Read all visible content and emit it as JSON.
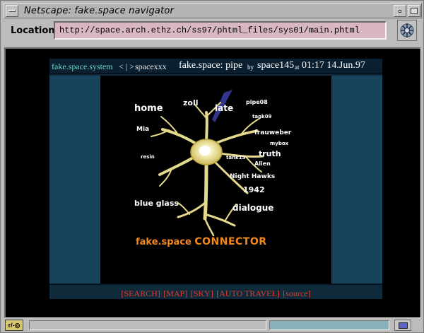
{
  "window": {
    "title": "Netscape: fake.space navigator"
  },
  "location": {
    "label": "Location:",
    "url": "http://space.arch.ethz.ch/ss97/phtml_files/sys01/main.phtml"
  },
  "header": {
    "system": "fake.space.system",
    "nav": "< | >",
    "user": "spacexxx",
    "title": "fake.space: pipe",
    "by": "by",
    "author": "space145",
    "at": "at",
    "time": "01:17 14.Jun.97"
  },
  "map": {
    "labels": [
      "zoll",
      "pipe08",
      "home",
      "late",
      "tank09",
      "Mia",
      "frauweber",
      "mybox",
      "truth",
      "resin",
      "tank13",
      "Alien",
      "Night Hawks",
      "1942",
      "blue glass",
      "dialogue"
    ],
    "connector_small": "fake.space",
    "connector_big": "CONNECTOR"
  },
  "footer": {
    "links": [
      "[SEARCH]",
      "[MAP]",
      "[SKY]",
      "[AUTO TRAVEL]",
      "[source]"
    ]
  },
  "status": {
    "icon_text": "r/-◎"
  },
  "colors": {
    "sidebar": "#17435c",
    "header_bg": "#0a2030",
    "system_text": "#6dd9c2",
    "link_red": "#e23a2a",
    "connector_orange": "#f08a20",
    "location_field": "#d8b7c1",
    "neuron": "#efe6a0"
  },
  "icons": {
    "menu": "window-menu-icon",
    "minimize": "minimize-icon",
    "maximize": "maximize-icon",
    "logo": "netscape-logo-icon",
    "security": "security-key-icon",
    "mail": "mail-envelope-icon"
  }
}
